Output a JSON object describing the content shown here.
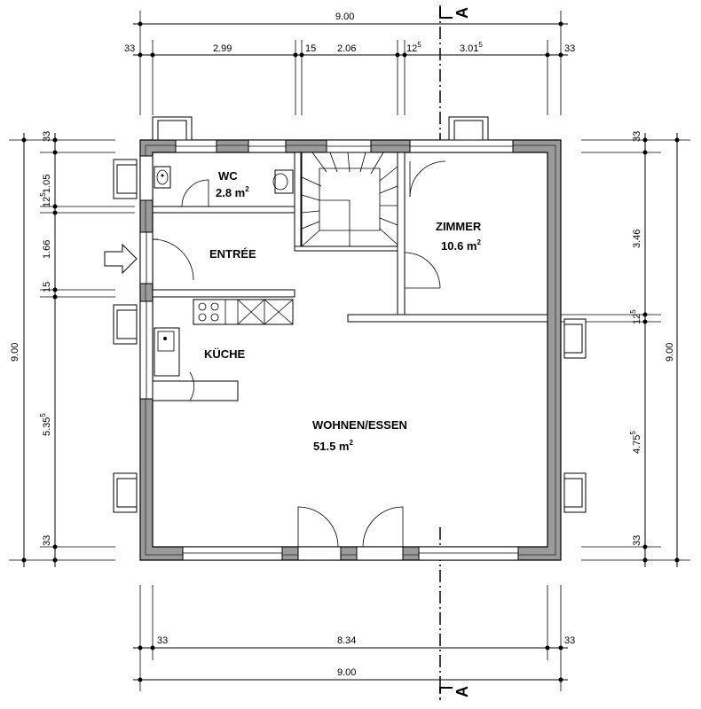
{
  "section_marker": "A",
  "rooms": {
    "wc": {
      "name": "WC",
      "area": "2.8 m",
      "unit_sup": "2"
    },
    "entree": {
      "name": "ENTRÉE"
    },
    "zimmer": {
      "name": "ZIMMER",
      "area": "10.6 m",
      "unit_sup": "2"
    },
    "kueche": {
      "name": "KÜCHE"
    },
    "wohnen": {
      "name": "WOHNEN/ESSEN",
      "area": "51.5 m",
      "unit_sup": "2"
    }
  },
  "dimensions": {
    "top_total": "9.00",
    "top_segments": [
      "33",
      "2.99",
      "15",
      "2.06",
      "12",
      "5",
      "3.01",
      "5",
      "33"
    ],
    "bottom_inner": "8.34",
    "bottom_ends": [
      "33",
      "33"
    ],
    "bottom_total": "9.00",
    "left_total": "9.00",
    "left_segments": [
      "33",
      "1.05",
      "12",
      "5",
      "1.66",
      "15",
      "5.35",
      "5",
      "33"
    ],
    "right_total": "9.00",
    "right_segments": [
      "33",
      "3.46",
      "12",
      "5",
      "4.75",
      "5",
      "33"
    ]
  }
}
